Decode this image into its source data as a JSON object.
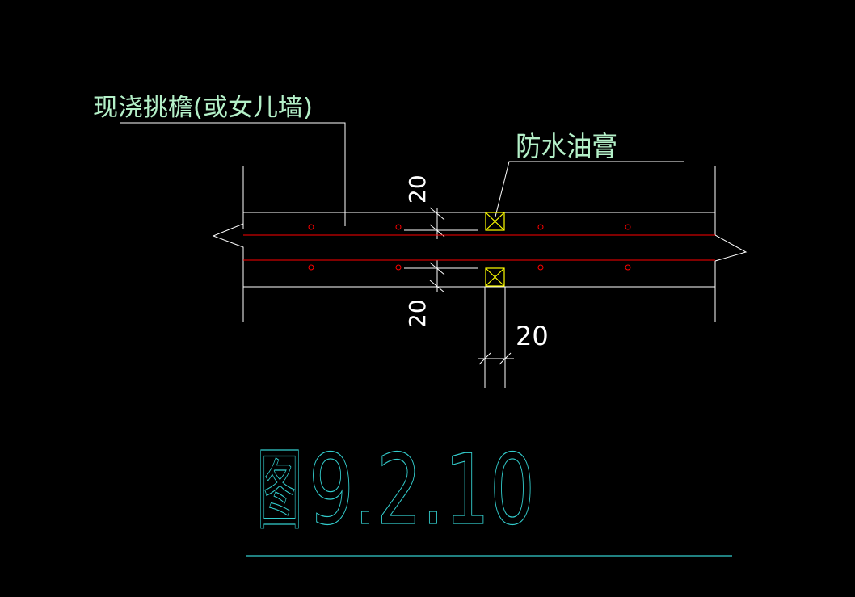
{
  "labels": {
    "cast_in_place_eave": "现浇挑檐(或女儿墙)",
    "waterproof_ointment": "防水油膏",
    "dim_top_20": "20",
    "dim_bottom_20": "20",
    "dim_joint_20": "20"
  },
  "figure": {
    "prefix": "图",
    "number": "9.2.10"
  },
  "colors": {
    "background": "#000000",
    "line_white": "#ffffff",
    "line_red": "#ff0000",
    "text_green": "#b4f0c8",
    "text_white": "#ffffff",
    "text_cyan": "#33cccc",
    "filler_yellow": "#ffff00"
  }
}
